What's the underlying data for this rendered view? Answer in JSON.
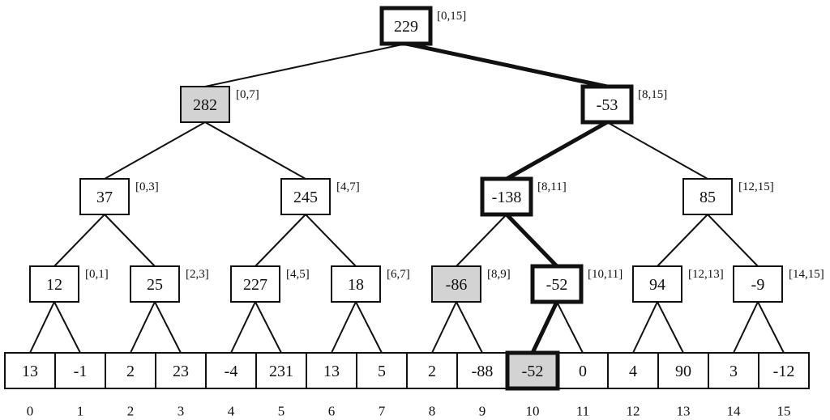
{
  "tree": {
    "nodes": [
      {
        "id": "r",
        "value": "229",
        "range": "[0,15]",
        "thick": true,
        "shaded": false
      },
      {
        "id": "a",
        "value": "282",
        "range": "[0,7]",
        "thick": false,
        "shaded": true
      },
      {
        "id": "b",
        "value": "-53",
        "range": "[8,15]",
        "thick": true,
        "shaded": false
      },
      {
        "id": "a0",
        "value": "37",
        "range": "[0,3]",
        "thick": false,
        "shaded": false
      },
      {
        "id": "a1",
        "value": "245",
        "range": "[4,7]",
        "thick": false,
        "shaded": false
      },
      {
        "id": "b0",
        "value": "-138",
        "range": "[8,11]",
        "thick": true,
        "shaded": false
      },
      {
        "id": "b1",
        "value": "85",
        "range": "[12,15]",
        "thick": false,
        "shaded": false
      },
      {
        "id": "l0",
        "value": "12",
        "range": "[0,1]",
        "thick": false,
        "shaded": false
      },
      {
        "id": "l1",
        "value": "25",
        "range": "[2,3]",
        "thick": false,
        "shaded": false
      },
      {
        "id": "l2",
        "value": "227",
        "range": "[4,5]",
        "thick": false,
        "shaded": false
      },
      {
        "id": "l3",
        "value": "18",
        "range": "[6,7]",
        "thick": false,
        "shaded": false
      },
      {
        "id": "l4",
        "value": "-86",
        "range": "[8,9]",
        "thick": false,
        "shaded": true
      },
      {
        "id": "l5",
        "value": "-52",
        "range": "[10,11]",
        "thick": true,
        "shaded": false
      },
      {
        "id": "l6",
        "value": "94",
        "range": "[12,13]",
        "thick": false,
        "shaded": false
      },
      {
        "id": "l7",
        "value": "-9",
        "range": "[14,15]",
        "thick": false,
        "shaded": false
      }
    ],
    "edges": [
      {
        "from": "r",
        "to": "a",
        "thick": false
      },
      {
        "from": "r",
        "to": "b",
        "thick": true
      },
      {
        "from": "a",
        "to": "a0",
        "thick": false
      },
      {
        "from": "a",
        "to": "a1",
        "thick": false
      },
      {
        "from": "b",
        "to": "b0",
        "thick": true
      },
      {
        "from": "b",
        "to": "b1",
        "thick": false
      },
      {
        "from": "a0",
        "to": "l0",
        "thick": false
      },
      {
        "from": "a0",
        "to": "l1",
        "thick": false
      },
      {
        "from": "a1",
        "to": "l2",
        "thick": false
      },
      {
        "from": "a1",
        "to": "l3",
        "thick": false
      },
      {
        "from": "b0",
        "to": "l4",
        "thick": false
      },
      {
        "from": "b0",
        "to": "l5",
        "thick": true
      },
      {
        "from": "b1",
        "to": "l6",
        "thick": false
      },
      {
        "from": "b1",
        "to": "l7",
        "thick": false
      }
    ]
  },
  "array": {
    "values": [
      "13",
      "-1",
      "2",
      "23",
      "-4",
      "231",
      "13",
      "5",
      "2",
      "-88",
      "-52",
      "0",
      "4",
      "90",
      "3",
      "-12"
    ],
    "indices": [
      "0",
      "1",
      "2",
      "3",
      "4",
      "5",
      "6",
      "7",
      "8",
      "9",
      "10",
      "11",
      "12",
      "13",
      "14",
      "15"
    ],
    "highlight_index": 10,
    "leaf_parent": [
      "l0",
      "l0",
      "l1",
      "l1",
      "l2",
      "l2",
      "l3",
      "l3",
      "l4",
      "l4",
      "l5",
      "l5",
      "l6",
      "l6",
      "l7",
      "l7"
    ]
  }
}
